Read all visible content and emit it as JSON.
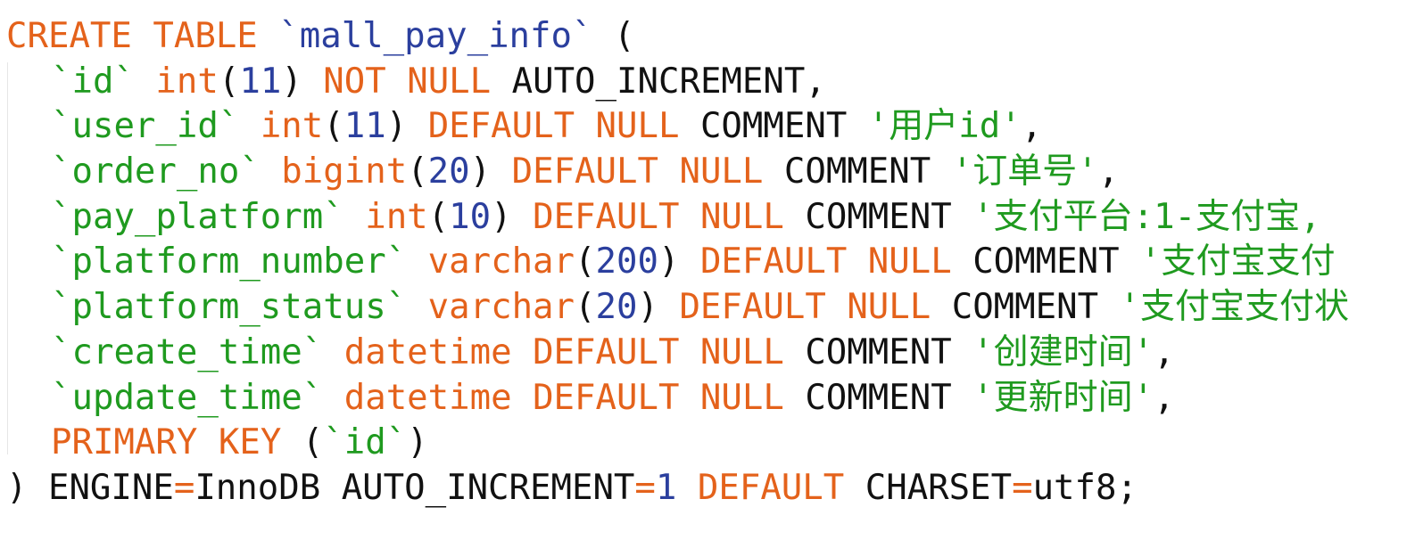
{
  "colors": {
    "keyword": "#e4621b",
    "table_name": "#2b3f9e",
    "identifier": "#1f9a1f",
    "number": "#2b3f9e",
    "string": "#1f9a1f",
    "plain": "#111111",
    "background": "#ffffff"
  },
  "code": {
    "lines": [
      [
        {
          "t": "CREATE",
          "c": "kw"
        },
        {
          "t": " ",
          "c": "plain"
        },
        {
          "t": "TABLE",
          "c": "kw"
        },
        {
          "t": " ",
          "c": "plain"
        },
        {
          "t": "`mall_pay_info`",
          "c": "name"
        },
        {
          "t": " (",
          "c": "plain"
        }
      ],
      [
        {
          "t": "`id`",
          "c": "col"
        },
        {
          "t": " ",
          "c": "plain"
        },
        {
          "t": "int",
          "c": "kw"
        },
        {
          "t": "(",
          "c": "plain"
        },
        {
          "t": "11",
          "c": "num"
        },
        {
          "t": ") ",
          "c": "plain"
        },
        {
          "t": "NOT",
          "c": "kw"
        },
        {
          "t": " ",
          "c": "plain"
        },
        {
          "t": "NULL",
          "c": "kw"
        },
        {
          "t": " AUTO_INCREMENT,",
          "c": "plain"
        }
      ],
      [
        {
          "t": "`user_id`",
          "c": "col"
        },
        {
          "t": " ",
          "c": "plain"
        },
        {
          "t": "int",
          "c": "kw"
        },
        {
          "t": "(",
          "c": "plain"
        },
        {
          "t": "11",
          "c": "num"
        },
        {
          "t": ") ",
          "c": "plain"
        },
        {
          "t": "DEFAULT",
          "c": "kw"
        },
        {
          "t": " ",
          "c": "plain"
        },
        {
          "t": "NULL",
          "c": "kw"
        },
        {
          "t": " COMMENT ",
          "c": "plain"
        },
        {
          "t": "'用户id'",
          "c": "str"
        },
        {
          "t": ",",
          "c": "plain"
        }
      ],
      [
        {
          "t": "`order_no`",
          "c": "col"
        },
        {
          "t": " ",
          "c": "plain"
        },
        {
          "t": "bigint",
          "c": "kw"
        },
        {
          "t": "(",
          "c": "plain"
        },
        {
          "t": "20",
          "c": "num"
        },
        {
          "t": ") ",
          "c": "plain"
        },
        {
          "t": "DEFAULT",
          "c": "kw"
        },
        {
          "t": " ",
          "c": "plain"
        },
        {
          "t": "NULL",
          "c": "kw"
        },
        {
          "t": " COMMENT ",
          "c": "plain"
        },
        {
          "t": "'订单号'",
          "c": "str"
        },
        {
          "t": ",",
          "c": "plain"
        }
      ],
      [
        {
          "t": "`pay_platform`",
          "c": "col"
        },
        {
          "t": " ",
          "c": "plain"
        },
        {
          "t": "int",
          "c": "kw"
        },
        {
          "t": "(",
          "c": "plain"
        },
        {
          "t": "10",
          "c": "num"
        },
        {
          "t": ") ",
          "c": "plain"
        },
        {
          "t": "DEFAULT",
          "c": "kw"
        },
        {
          "t": " ",
          "c": "plain"
        },
        {
          "t": "NULL",
          "c": "kw"
        },
        {
          "t": " COMMENT ",
          "c": "plain"
        },
        {
          "t": "'支付平台:1-支付宝,",
          "c": "str"
        }
      ],
      [
        {
          "t": "`platform_number`",
          "c": "col"
        },
        {
          "t": " ",
          "c": "plain"
        },
        {
          "t": "varchar",
          "c": "kw"
        },
        {
          "t": "(",
          "c": "plain"
        },
        {
          "t": "200",
          "c": "num"
        },
        {
          "t": ") ",
          "c": "plain"
        },
        {
          "t": "DEFAULT",
          "c": "kw"
        },
        {
          "t": " ",
          "c": "plain"
        },
        {
          "t": "NULL",
          "c": "kw"
        },
        {
          "t": " COMMENT ",
          "c": "plain"
        },
        {
          "t": "'支付宝支付",
          "c": "str"
        }
      ],
      [
        {
          "t": "`platform_status`",
          "c": "col"
        },
        {
          "t": " ",
          "c": "plain"
        },
        {
          "t": "varchar",
          "c": "kw"
        },
        {
          "t": "(",
          "c": "plain"
        },
        {
          "t": "20",
          "c": "num"
        },
        {
          "t": ") ",
          "c": "plain"
        },
        {
          "t": "DEFAULT",
          "c": "kw"
        },
        {
          "t": " ",
          "c": "plain"
        },
        {
          "t": "NULL",
          "c": "kw"
        },
        {
          "t": " COMMENT ",
          "c": "plain"
        },
        {
          "t": "'支付宝支付状",
          "c": "str"
        }
      ],
      [
        {
          "t": "`create_time`",
          "c": "col"
        },
        {
          "t": " ",
          "c": "plain"
        },
        {
          "t": "datetime",
          "c": "kw"
        },
        {
          "t": " ",
          "c": "plain"
        },
        {
          "t": "DEFAULT",
          "c": "kw"
        },
        {
          "t": " ",
          "c": "plain"
        },
        {
          "t": "NULL",
          "c": "kw"
        },
        {
          "t": " COMMENT ",
          "c": "plain"
        },
        {
          "t": "'创建时间'",
          "c": "str"
        },
        {
          "t": ",",
          "c": "plain"
        }
      ],
      [
        {
          "t": "`update_time`",
          "c": "col"
        },
        {
          "t": " ",
          "c": "plain"
        },
        {
          "t": "datetime",
          "c": "kw"
        },
        {
          "t": " ",
          "c": "plain"
        },
        {
          "t": "DEFAULT",
          "c": "kw"
        },
        {
          "t": " ",
          "c": "plain"
        },
        {
          "t": "NULL",
          "c": "kw"
        },
        {
          "t": " COMMENT ",
          "c": "plain"
        },
        {
          "t": "'更新时间'",
          "c": "str"
        },
        {
          "t": ",",
          "c": "plain"
        }
      ],
      [
        {
          "t": "PRIMARY",
          "c": "kw"
        },
        {
          "t": " ",
          "c": "plain"
        },
        {
          "t": "KEY",
          "c": "kw"
        },
        {
          "t": " (",
          "c": "plain"
        },
        {
          "t": "`id`",
          "c": "col"
        },
        {
          "t": ")",
          "c": "plain"
        }
      ],
      [
        {
          "t": ") ENGINE",
          "c": "plain"
        },
        {
          "t": "=",
          "c": "kw"
        },
        {
          "t": "InnoDB AUTO_INCREMENT",
          "c": "plain"
        },
        {
          "t": "=",
          "c": "kw"
        },
        {
          "t": "1",
          "c": "num"
        },
        {
          "t": " ",
          "c": "plain"
        },
        {
          "t": "DEFAULT",
          "c": "kw"
        },
        {
          "t": " CHARSET",
          "c": "plain"
        },
        {
          "t": "=",
          "c": "kw"
        },
        {
          "t": "utf8;",
          "c": "plain"
        }
      ]
    ]
  }
}
